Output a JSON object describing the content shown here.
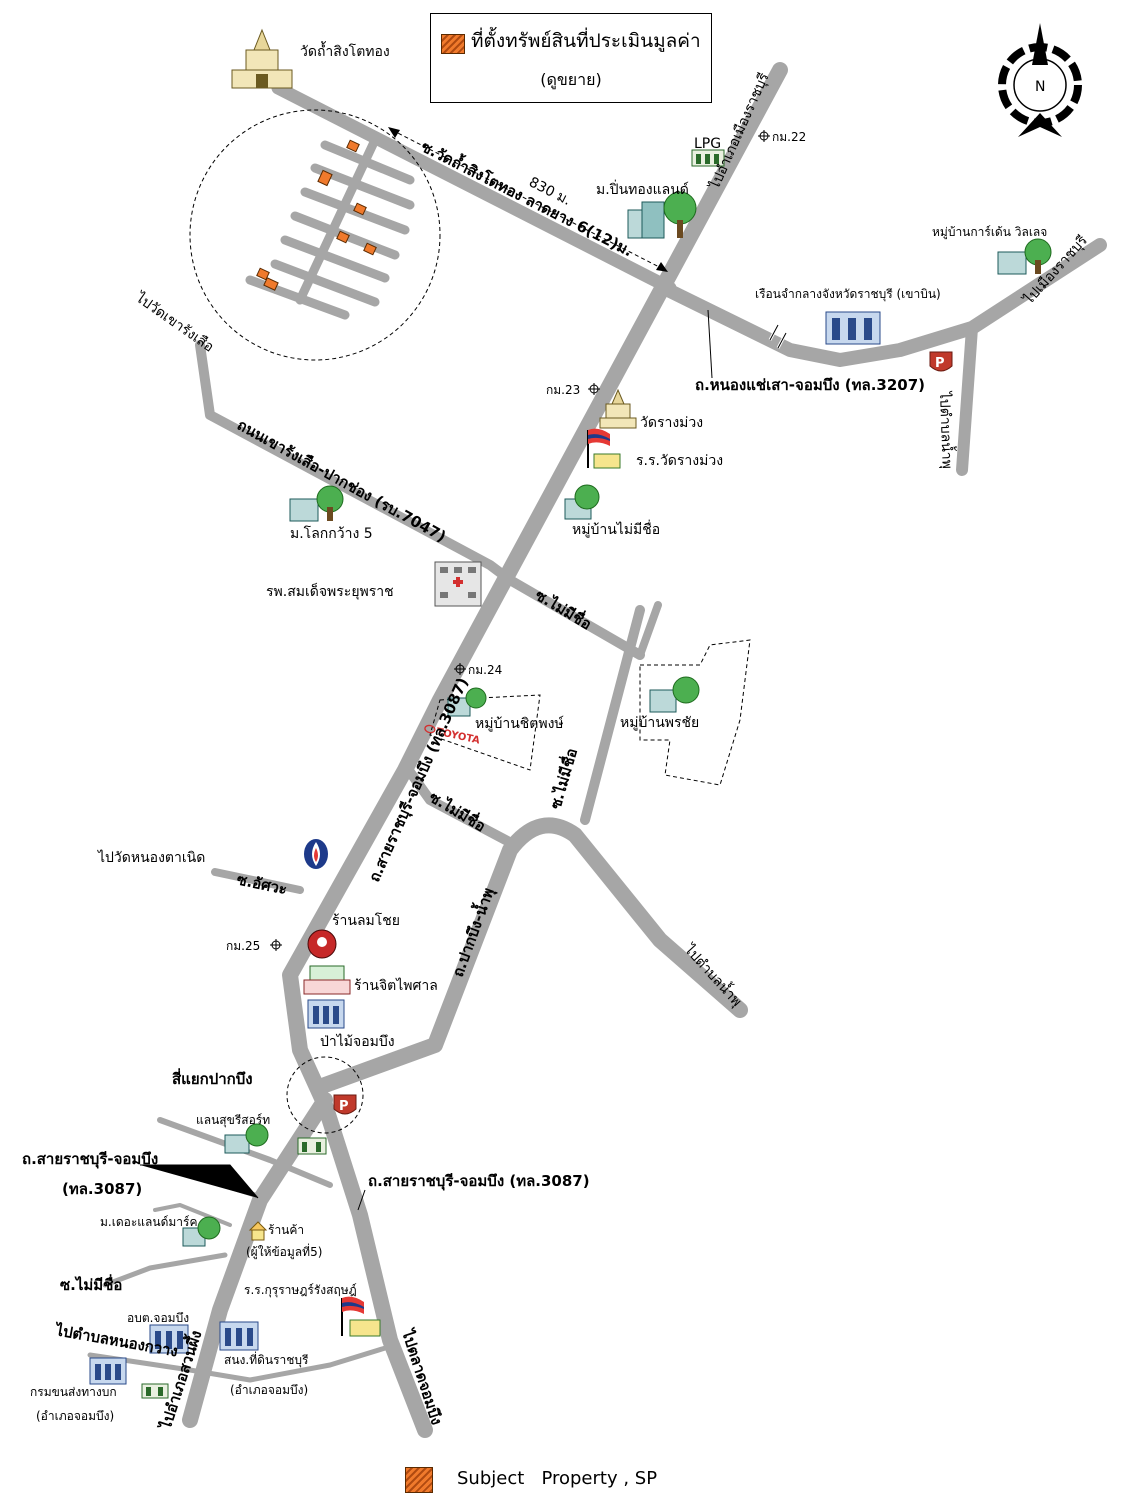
{
  "legend": {
    "title": "ที่ตั้งทรัพย์สินที่ประเมินมูลค่า",
    "subtitle": "(ดูขยาย)",
    "bottom_label": "Subject   Property , SP",
    "swatch_color": "#f07a2c"
  },
  "compass": {
    "label": "N"
  },
  "distance": {
    "label": "830 ม."
  },
  "roads": {
    "main_road": "ถ.สายราชบุรี-จอมบึง (ทล.3087)",
    "main_road_south": "ถ.สายราชบุรี-จอมบึง (ทล.3087)",
    "main_road_left_1": "ถ.สายราชบุรี-จอมบึง",
    "main_road_left_2": "(ทล.3087)",
    "soi_wat_tham": "ซ.วัดถ้ำสิงโตทอง ลาดยาง 6(12)ม.",
    "nong_chae_sao": "ถ.หนองแช่เสา-จอมบึง (ทล.3207)",
    "khao_rang_suea": "ถนนเขารังเสือ-ปากช่อง (รบ.7047)",
    "soi_mai_mi_chue_1": "ซ.ไม่มีชื่อ",
    "soi_mai_mi_chue_2": "ซ.ไม่มีชื่อ",
    "soi_mai_mi_chue_3": "ซ.ไม่มีชื่อ",
    "soi_mai_mi_chue_4": "ซ.ไม่มีชื่อ",
    "soi_atsawa": "ซ.อัศวะ",
    "pak_bueng_nam_phu": "ถ.ปากบึง-น้ำพุ",
    "to_mueang_ratchaburi_1": "ไปอำเภอเมืองราชบุรี",
    "to_mueang_ratchaburi_2": "ไปเมืองราชบุรี",
    "to_wat_khao_rang_suea": "ไปวัดเขารังเสือ",
    "to_tambon_nam_phu_1": "ไปตำบลน้ำพุ",
    "to_tambon_nam_phu_2": "ไปตำบลน้ำพุ",
    "to_wat_nong_ta_noen": "ไปวัดหนองตาเนิด",
    "to_tambon_nong_kwang": "ไปตำบลหนองกวาง",
    "to_amphoe_suan_phueng": "ไปอำเภอสวนผึ้ง",
    "to_talat_chom_bueng": "ไปตลาดจอมบึง"
  },
  "kilometer_markers": [
    "กม.22",
    "กม.23",
    "กม.24",
    "กม.25"
  ],
  "places": {
    "wat_tham_singto_thong": "วัดถ้ำสิงโตทอง",
    "lpg": "LPG",
    "moo_pin_thong_land": "ม.ปิ่นทองแลนด์",
    "garden_village": "หมู่บ้านการ์เด้น วิลเลจ",
    "prison": "เรือนจำกลางจังหวัดราชบุรี (เขาบิน)",
    "wat_rang_muang": "วัดรางม่วง",
    "school_rang_muang": "ร.ร.วัดรางม่วง",
    "village_no_name": "หมู่บ้านไม่มีชื่อ",
    "moo_lok_kwang": "ม.โลกกว้าง 5",
    "hospital": "รพ.สมเด็จพระยุพราช",
    "village_chitphong": "หมู่บ้านชิตพงษ์",
    "village_phonchai": "หมู่บ้านพรชัย",
    "toyota": "TOYOTA",
    "shop_lom_choi": "ร้านลมโชย",
    "shop_chit_phaisan": "ร้านจิตไพศาล",
    "pa_mai_chom_bueng": "ป่าไม้จอมบึง",
    "intersection": "สี่แยกปากบึง",
    "land_resort": "แลนสุขรีสอร์ท",
    "moo_the_landmark": "ม.เดอะแลนด์มาร์ค",
    "shop_informant_1": "ร้านค้า",
    "shop_informant_2": "(ผู้ให้ข้อมูลที่5)",
    "school_kururat": "ร.ร.กุรุราษฎร์รังสฤษฎ์",
    "obt_chom_bueng": "อบต.จอมบึง",
    "land_office_1": "สนง.ที่ดินราชบุรี",
    "land_office_2": "(อำเภอจอมบึง)",
    "dept_transport_1": "กรมขนส่งทางบก",
    "dept_transport_2": "(อำเภอจอมบึง)"
  }
}
